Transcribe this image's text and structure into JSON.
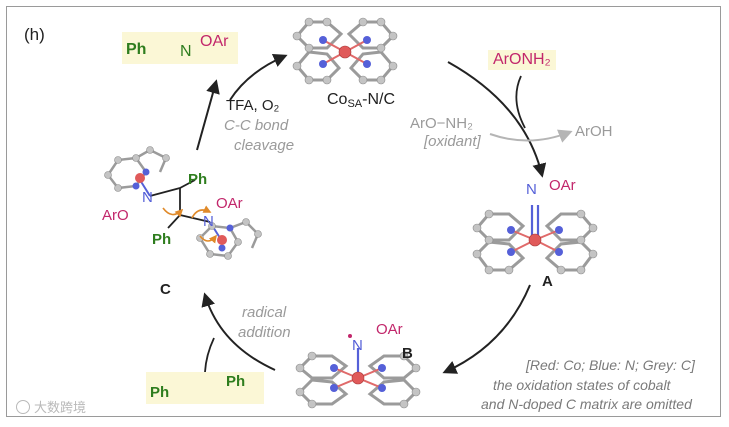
{
  "panel_label": "(h)",
  "catalyst": {
    "name_main": "Co",
    "name_sub": "SA",
    "name_rest": "-N/C"
  },
  "reagent_amine": "ArONH₂",
  "oxidant": {
    "line1": "ArO−NH₂",
    "line2": "[oxidant]"
  },
  "byproduct": "ArOH",
  "intermediate_a": {
    "label": "A",
    "n_label": "N",
    "oar_label": "OAr"
  },
  "intermediate_b": {
    "label": "B",
    "n_label": "N",
    "oar_label": "OAr"
  },
  "intermediate_c": {
    "label": "C",
    "ph_top": "Ph",
    "ph_left": "Ph",
    "n_left": "N",
    "aro_label": "ArO",
    "n_right": "N",
    "oar_label": "OAr"
  },
  "product": {
    "ph": "Ph",
    "n": "N",
    "oar": "OAr"
  },
  "styrene": {
    "ph_left": "Ph",
    "ph_right": "Ph"
  },
  "step_tfa": "TFA, O₂",
  "step_cleavage": {
    "line1": "C-C bond",
    "line2": "cleavage"
  },
  "step_radical": {
    "line1": "radical",
    "line2": "addition"
  },
  "legend": {
    "line1": "[Red: Co; Blue: N; Grey: C]",
    "line2": "the oxidation states of cobalt",
    "line3": "and N-doped C matrix are omitted"
  },
  "watermark": "大数跨境",
  "colors": {
    "pink": "#c2276b",
    "green": "#2e7d1e",
    "cobalt": "#e05a5a",
    "nitrogen": "#5560d8",
    "carbon": "#b0b0b0",
    "arrow": "#222222",
    "grey_arrow": "#b5b5b5",
    "highlight": "#fbf7d6"
  }
}
